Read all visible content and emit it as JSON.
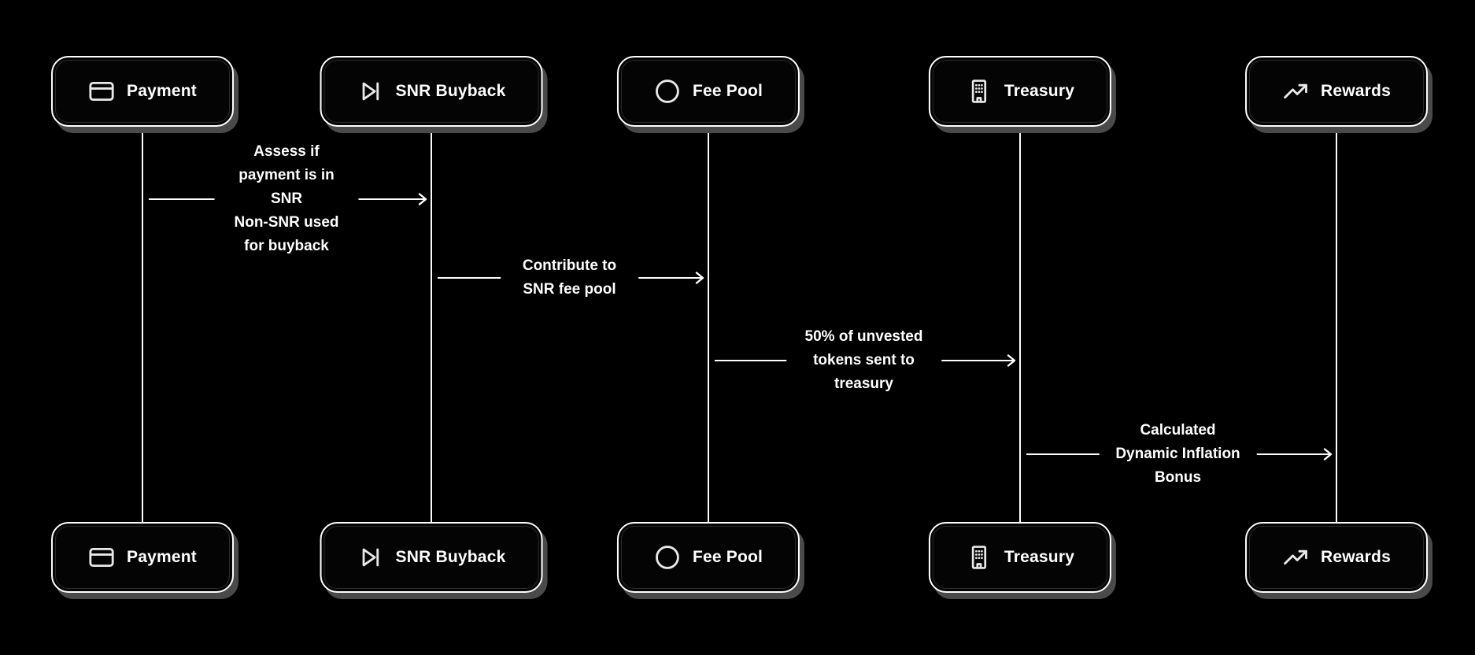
{
  "diagram": {
    "type": "sequence-diagram",
    "theme": {
      "background": "#000000",
      "stroke": "#ffffff",
      "box_fill": "#040404",
      "shadow_color": "#4a4a4a",
      "text_color": "#ffffff"
    },
    "actors": [
      {
        "label": "Payment",
        "icon": "credit-card-icon"
      },
      {
        "label": "SNR Buyback",
        "icon": "skip-forward-icon"
      },
      {
        "label": "Fee Pool",
        "icon": "circle-icon"
      },
      {
        "label": "Treasury",
        "icon": "building-icon"
      },
      {
        "label": "Rewards",
        "icon": "trending-up-icon"
      }
    ],
    "messages": [
      {
        "from": "Payment",
        "to": "SNR Buyback",
        "label": "Assess if payment is in SNR\nNon-SNR used for buyback"
      },
      {
        "from": "SNR Buyback",
        "to": "Fee Pool",
        "label": "Contribute to SNR fee pool"
      },
      {
        "from": "Fee Pool",
        "to": "Treasury",
        "label": "50% of unvested tokens sent to\ntreasury"
      },
      {
        "from": "Treasury",
        "to": "Rewards",
        "label": "Calculated Dynamic Inflation\nBonus"
      }
    ]
  }
}
